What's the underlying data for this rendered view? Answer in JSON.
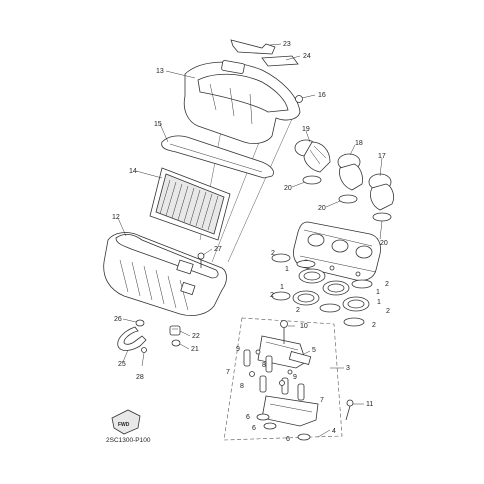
{
  "diagram": {
    "ref_code": "2SC1300-P100",
    "fwd_label": "FWD",
    "callouts": {
      "c1a": "1",
      "c1b": "1",
      "c1c": "1",
      "c1d": "1",
      "c2a": "2",
      "c2b": "2",
      "c2c": "2",
      "c2d": "2",
      "c2e": "2",
      "c2f": "2",
      "c3": "3",
      "c4": "4",
      "c5": "5",
      "c6a": "6",
      "c6b": "6",
      "c6c": "6",
      "c7a": "7",
      "c7b": "7",
      "c8a": "8",
      "c8b": "8",
      "c9a": "9",
      "c9b": "9",
      "c10": "10",
      "c11": "11",
      "c12": "12",
      "c13": "13",
      "c14": "14",
      "c15": "15",
      "c16": "16",
      "c17": "17",
      "c18": "18",
      "c19": "19",
      "c20a": "20",
      "c20b": "20",
      "c20c": "20",
      "c21": "21",
      "c22": "22",
      "c23": "23",
      "c24": "24",
      "c25": "25",
      "c26": "26",
      "c27": "27",
      "c28": "28"
    }
  }
}
